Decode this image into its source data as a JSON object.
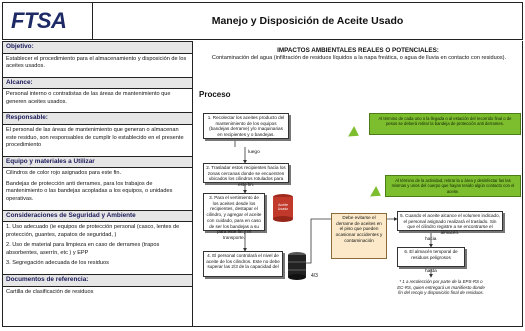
{
  "header": {
    "logo_text": "FTSA",
    "title": "Manejo y Disposición de Aceite Usado"
  },
  "left": {
    "objetivo_label": "Objetivo:",
    "objetivo_text": "Establecer el procedimiento para el almacenamiento y disposición de los aceites usados.",
    "alcance_label": "Alcance:",
    "alcance_text": "Personal interno o contratistas de las áreas de mantenimiento que generen aceites usados.",
    "responsable_label": "Responsable:",
    "responsable_text": "El personal de las áreas de mantenimiento que generan o almacenan este residuo, son responsables de cumplir lo establecido en el presente procedimiento",
    "equipo_label": "Equipo y materiales a Utilizar",
    "equipo_p1": "Cilindros de color rojo asignados para este fin.",
    "equipo_p2": "Bandejas de protección anti derrames, para los trabajos de mantenimiento o las bandejas acopladas a los equipos, o unidades operativas.",
    "seguridad_label": "Consideraciones de Seguridad y Ambiente",
    "seguridad_1": "1. Uso adecuado (ie equipos de protección personal (casco, lentes de protección, guantes, zapatos de seguridad, )",
    "seguridad_2": "2. Uso de material para limpieza en caso de derrames (trapos absorbentes, aserrín, etc ) y EPP",
    "seguridad_3": "3. Segregación adecuada de los residuos",
    "docs_label": "Documentos de referencia:",
    "docs_text": "Cartilla de clasificación de residuos"
  },
  "right": {
    "impact_title": "IMPACTOS AMBIENTALES REALES O POTENCIALES:",
    "impact_text": "Contaminación del agua (infiltración de residuos líquidos a la napa freática, o agua de lluvia en contacto con residuos).",
    "proceso_label": "Proceso",
    "step1": "1. Recolectar los aceites producto del mantenimiento de los equipos (bandejas derrame) y/o maquinarias en recipientes y o bandejas.",
    "step2": "2. Trasladar estos recipientes hacia los zonas cercanas donde se encuentren ubicados los cilindros rotulados para este fin.",
    "step3": "3. Para el vertimiento de los aceites desde los recipientes, destapar el cilindro, y agregar el aceite con cuidado, para en caso de ser los bandejas a su para este fin y el transporte.",
    "step4": "4. El personal controlará el nivel de aceite de los cilindros. Este no debe superar las 2/3 de la capacidad del",
    "step5": "5. Cuando el aceite alcance el volumen indicado, el personal asignado realizará el traslado. Sin que el cilindro registre a se encontrarse el almacén.",
    "step6": "6. El almacén temporal de residuos peligrosos",
    "luego_label": "luego",
    "hacia_label": "hacia",
    "hasta_label": "hasta",
    "fraction_label": "4/3",
    "cylinder_label": "Aceite Usado",
    "tan_note": "Debe evitarse el derrame de aceites en el piso que pueden ocasionar accidentes y contaminación",
    "final_note": "* 1 a recolección por parte de la EPS-RS o EC-RS, quien entregará un manifiesto donde fin del recojo y disposición final de residuos.",
    "callout1": "Al término de cada uno o la llegada o al estación del recorrido final o de pesos se deberá retirar la bandeja de protección anti derrames.",
    "callout2": "Al término de la actividad, retirar la u área y desinfectar las las mismas y unos del cuerpo que hayan tenido algún contacto con el aceite."
  },
  "colors": {
    "logo": "#1d2a66",
    "callout_green": "#7dbe2f",
    "note_tan": "#fbe9c9",
    "cylinder_red": "#c0392b"
  }
}
